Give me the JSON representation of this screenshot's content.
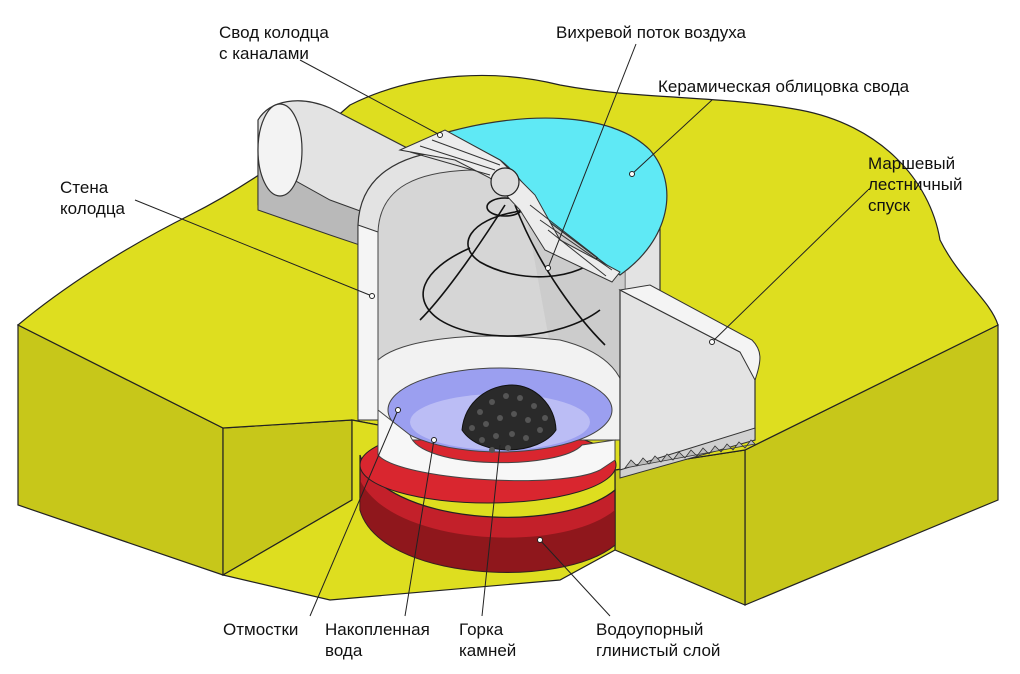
{
  "colors": {
    "ground_top": "#dede1f",
    "ground_side": "#c7c71a",
    "concrete": "#e3e3e3",
    "concrete_dark": "#b9b9b9",
    "ceramic": "#5fe9f5",
    "water": "#9b9ff0",
    "clay": "#c3202a",
    "clay_dark": "#7e1418",
    "stones": "#2a2a2a",
    "leader": "#222222"
  },
  "labels": {
    "svod": {
      "line1": "Свод колодца",
      "line2": "с каналами"
    },
    "vihr": {
      "line1": "Вихревой поток воздуха"
    },
    "ker": {
      "line1": "Керамическая облицовка свода"
    },
    "marsh": {
      "line1": "Маршевый",
      "line2": "лестничный",
      "line3": "спуск"
    },
    "stena": {
      "line1": "Стена",
      "line2": "колодца"
    },
    "otm": {
      "line1": "Отмостки"
    },
    "nakop": {
      "line1": "Накопленная",
      "line2": "вода"
    },
    "gorka": {
      "line1": "Горка",
      "line2": "камней"
    },
    "vodo": {
      "line1": "Водоупорный",
      "line2": "глинистый слой"
    }
  }
}
